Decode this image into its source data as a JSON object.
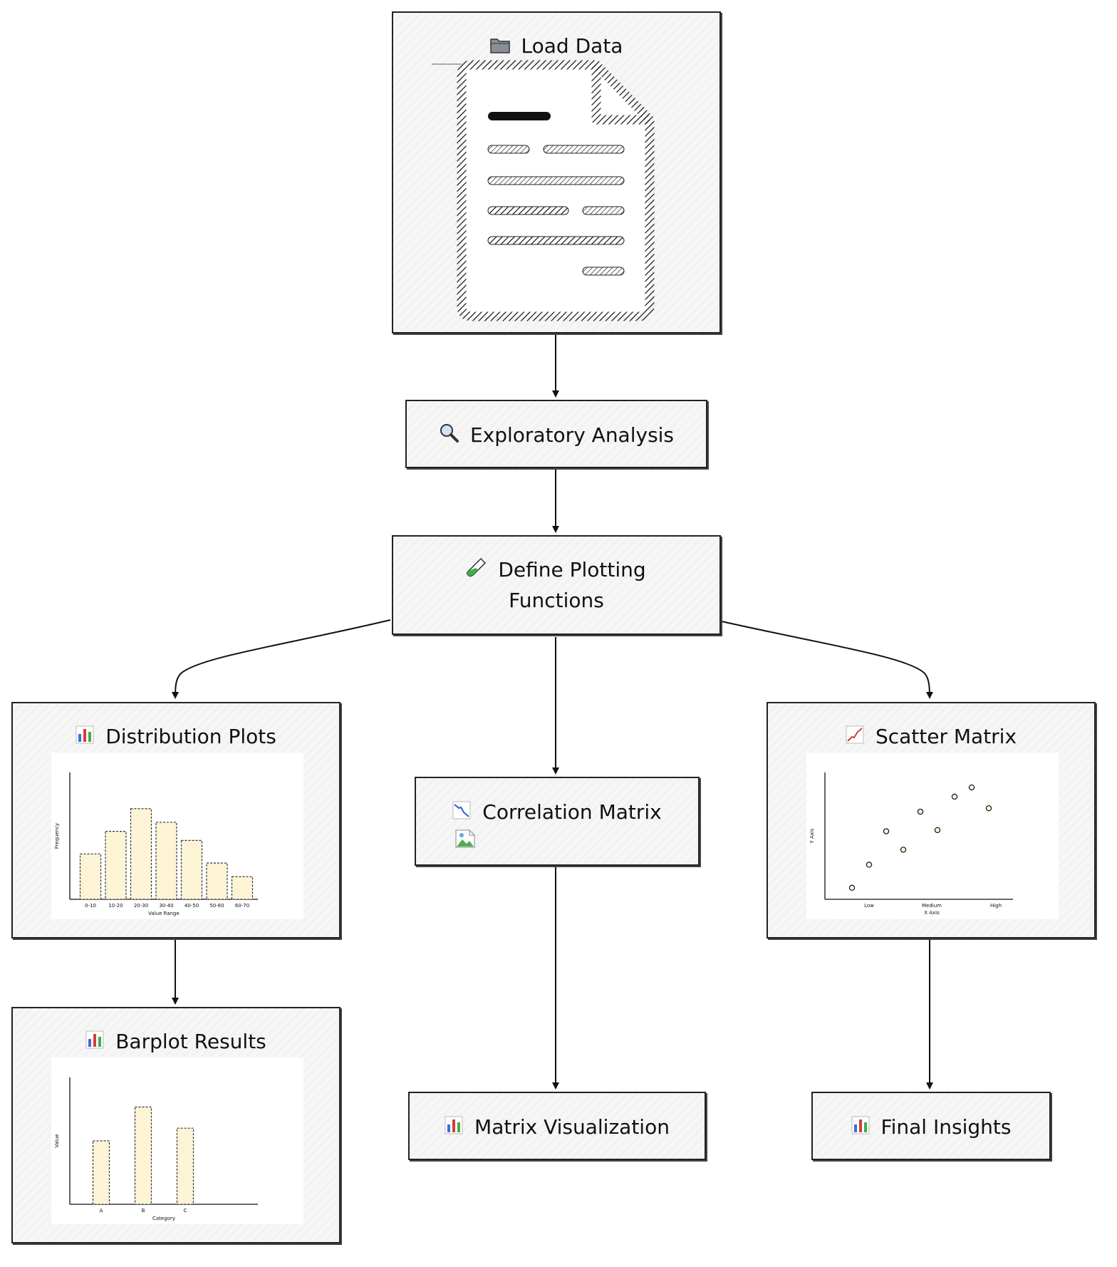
{
  "nodes": {
    "load_data": {
      "icon": "folder-icon",
      "label": "Load Data"
    },
    "exploratory": {
      "icon": "magnifier-icon",
      "label": "Exploratory Analysis"
    },
    "define_plotting": {
      "icon": "test-tube-icon",
      "label_line1": "Define Plotting",
      "label_line2": "Functions"
    },
    "distribution": {
      "icon": "bar-chart-icon",
      "label": "Distribution Plots"
    },
    "correlation": {
      "icon": "chart-decreasing-icon",
      "label": "Correlation Matrix",
      "image_icon": "broken-image-icon"
    },
    "scatter": {
      "icon": "chart-increasing-icon",
      "label": "Scatter Matrix"
    },
    "barplot": {
      "icon": "bar-chart-icon",
      "label": "Barplot Results"
    },
    "matrix_viz": {
      "icon": "bar-chart-icon",
      "label": "Matrix Visualization"
    },
    "final": {
      "icon": "bar-chart-icon",
      "label": "Final Insights"
    }
  },
  "edges": [
    [
      "Load Data",
      "Exploratory Analysis"
    ],
    [
      "Exploratory Analysis",
      "Define Plotting Functions"
    ],
    [
      "Define Plotting Functions",
      "Distribution Plots"
    ],
    [
      "Define Plotting Functions",
      "Correlation Matrix"
    ],
    [
      "Define Plotting Functions",
      "Scatter Matrix"
    ],
    [
      "Distribution Plots",
      "Barplot Results"
    ],
    [
      "Correlation Matrix",
      "Matrix Visualization"
    ],
    [
      "Scatter Matrix",
      "Final Insights"
    ]
  ],
  "colors": {
    "bar_fill": "#fdf4d6",
    "bar_stroke": "#333333",
    "point_fill": "#fdf4d6",
    "node_bg": "#f6f6f6"
  },
  "chart_data": [
    {
      "type": "bar",
      "categories": [
        "0-10",
        "10-20",
        "20-30",
        "30-40",
        "40-50",
        "50-60",
        "60-70"
      ],
      "values": [
        5,
        7.5,
        10,
        8.5,
        6.5,
        4,
        2.5
      ],
      "xlabel": "Value Range",
      "ylabel": "Frequency",
      "ylim": [
        0,
        14
      ]
    },
    {
      "type": "bar",
      "categories": [
        "A",
        "B",
        "C"
      ],
      "values": [
        6,
        9.2,
        7.2
      ],
      "xlabel": "Category",
      "ylabel": "Value",
      "ylim": [
        0,
        12
      ]
    },
    {
      "type": "scatter",
      "x_ticks": [
        "Low",
        "Medium",
        "High"
      ],
      "points": [
        {
          "x": 0.0,
          "y": 1.0
        },
        {
          "x": 0.5,
          "y": 3.0
        },
        {
          "x": 1.0,
          "y": 5.9
        },
        {
          "x": 1.5,
          "y": 4.3
        },
        {
          "x": 2.0,
          "y": 7.6
        },
        {
          "x": 2.5,
          "y": 6.0
        },
        {
          "x": 3.0,
          "y": 8.9
        },
        {
          "x": 3.5,
          "y": 9.7
        },
        {
          "x": 4.0,
          "y": 7.9
        }
      ],
      "xlabel": "X Axis",
      "ylabel": "Y Axis",
      "xlim": [
        -0.5,
        4.5
      ],
      "ylim": [
        0,
        11
      ]
    }
  ]
}
